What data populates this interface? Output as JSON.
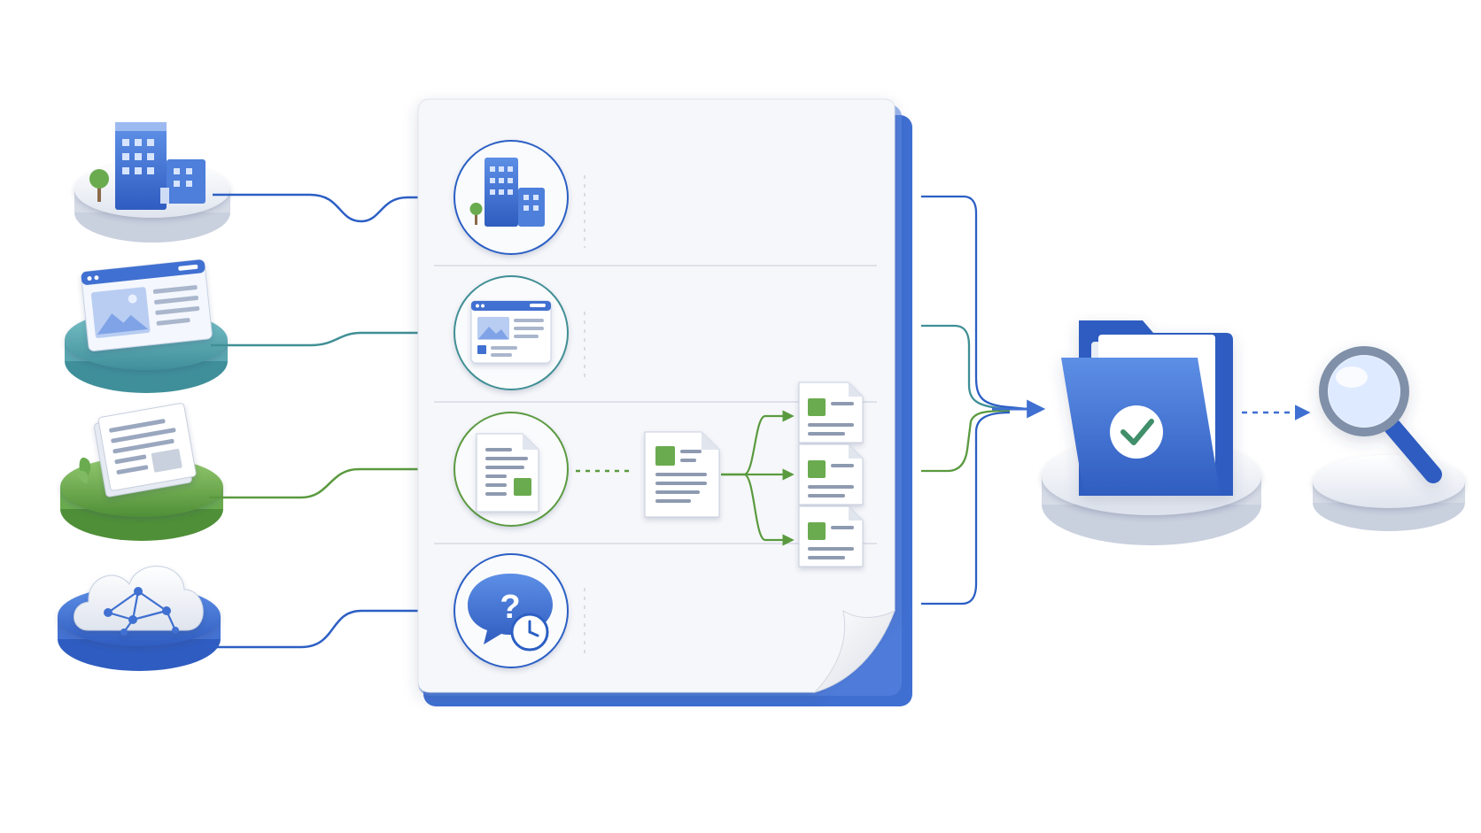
{
  "diagram": {
    "kind": "flow",
    "sources": [
      {
        "id": "organization",
        "icon": "office-building-icon",
        "color": "#3f6fd1"
      },
      {
        "id": "web",
        "icon": "web-page-icon",
        "color": "#4aa6b0"
      },
      {
        "id": "documents",
        "icon": "documents-icon",
        "color": "#6aab4f"
      },
      {
        "id": "cloud",
        "icon": "cloud-network-icon",
        "color": "#3f6fd1"
      }
    ],
    "panel_rows": [
      {
        "id": "organization",
        "icon": "office-building-icon",
        "line_color": "#2c5fc4"
      },
      {
        "id": "web",
        "icon": "web-page-icon",
        "line_color": "#3f8f95"
      },
      {
        "id": "documents",
        "icon": "document-icon",
        "line_color": "#5a9a3f",
        "split_into": 3
      },
      {
        "id": "question",
        "icon": "question-clock-icon",
        "line_color": "#2c5fc4"
      }
    ],
    "destination": {
      "icon": "folder-check-icon",
      "color": "#3f6fd1"
    },
    "final": {
      "icon": "magnifier-icon"
    },
    "colors": {
      "blue": "#3f6fd1",
      "teal": "#3f8f95",
      "green": "#5a9a3f",
      "panel": "#f6f7fa",
      "pedestal": "#e7ebf3"
    }
  }
}
